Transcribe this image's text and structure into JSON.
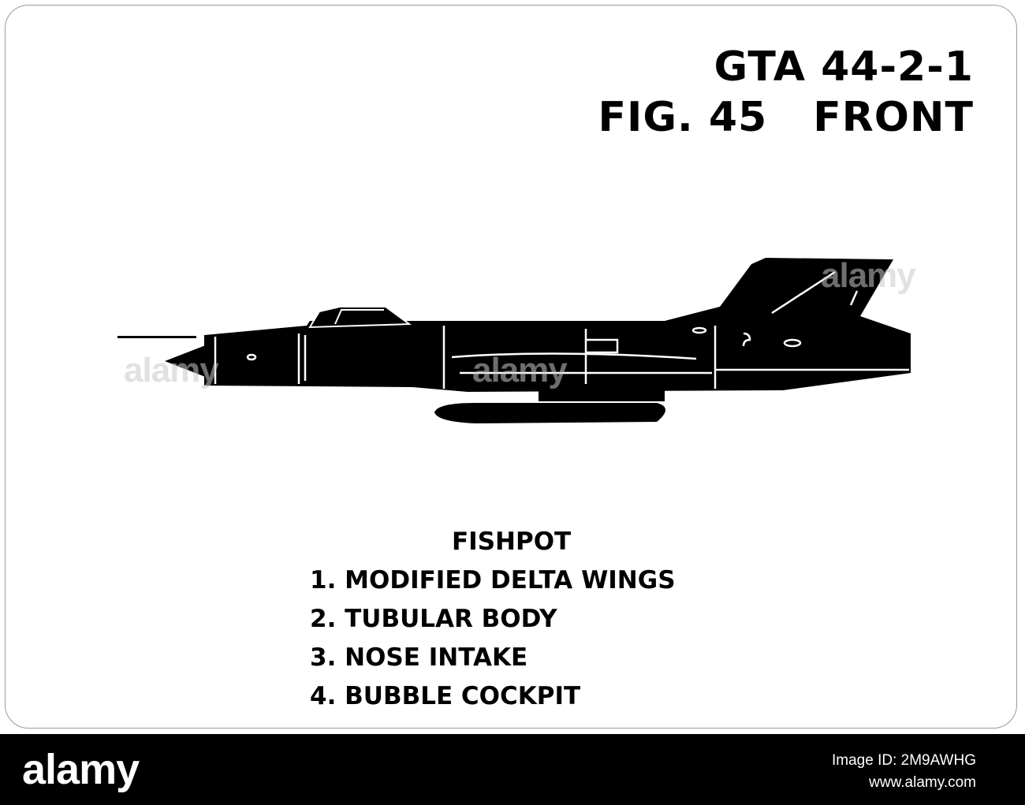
{
  "header": {
    "code": "GTA 44-2-1",
    "figure": "FIG. 45",
    "side": "FRONT"
  },
  "aircraft": {
    "name": "FISHPOT",
    "features": [
      "1. MODIFIED DELTA WINGS",
      "2. TUBULAR BODY",
      "3. NOSE INTAKE",
      "4. BUBBLE COCKPIT"
    ],
    "illustration": "aircraft-silhouette"
  },
  "footer": {
    "brand": "alamy",
    "image_id": "Image ID: 2M9AWHG",
    "site": "www.alamy.com"
  },
  "watermark": "alamy",
  "colors": {
    "ink": "#000000",
    "paper": "#ffffff",
    "footer_bg": "#000000"
  }
}
